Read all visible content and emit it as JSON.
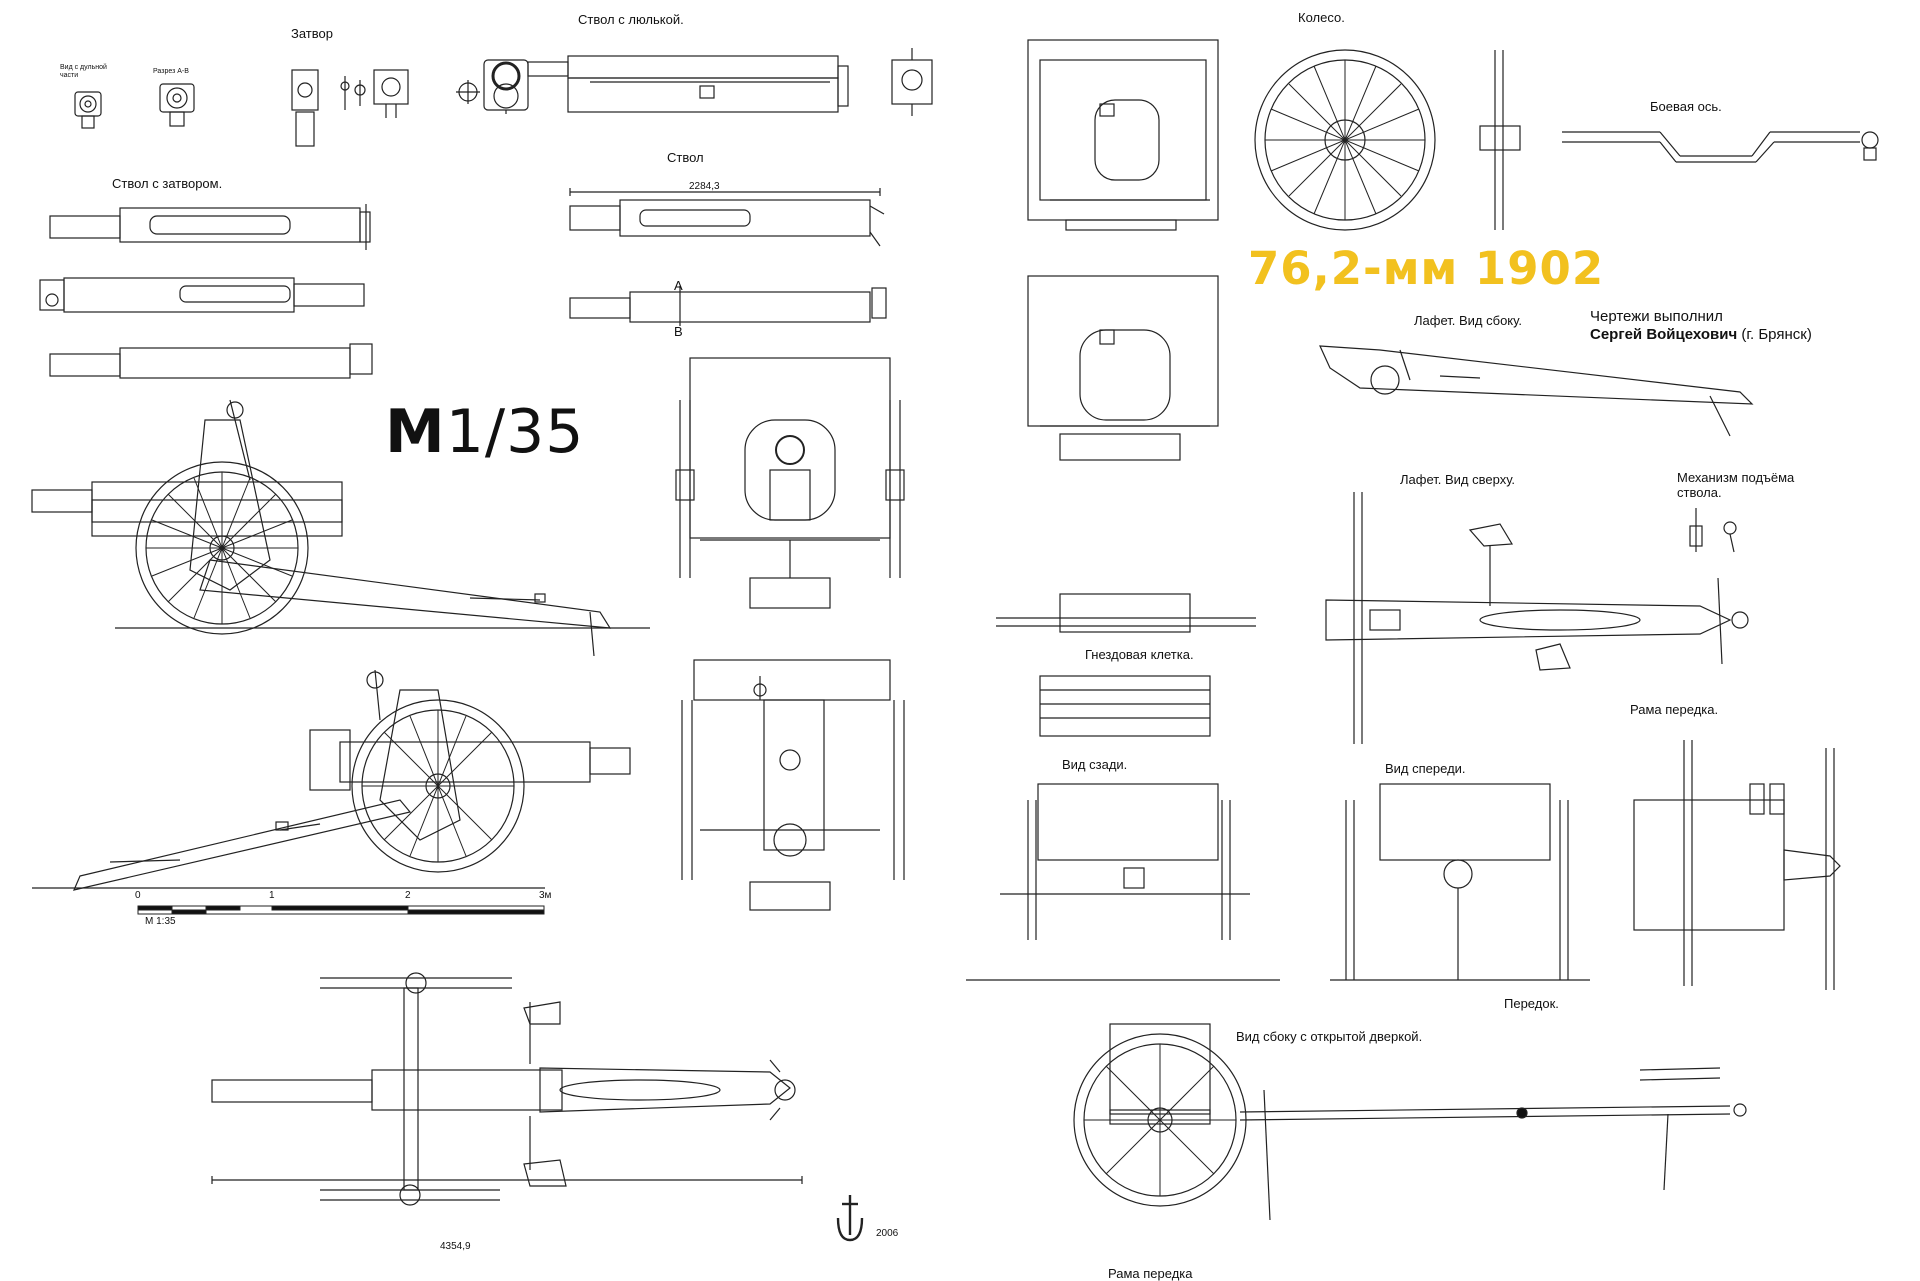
{
  "title": "76,2-мм 1902",
  "model_scale": {
    "prefix": "M",
    "rest": "1/35"
  },
  "credits": {
    "line1": "Чертежи выполнил",
    "author": "Сергей Войцехович",
    "city": "(г. Брянск)"
  },
  "labels": {
    "breech": "Затвор",
    "muzzle_view": "Вид с дульной части",
    "section_ab": "Разрез А-В",
    "barrel_cradle": "Ствол с люлькой.",
    "barrel": "Ствол",
    "barrel_breech": "Ствол с затвором.",
    "barrel_length": "2284,3",
    "mark_a": "А",
    "mark_b": "В",
    "wheel": "Колесо.",
    "axle": "Боевая ось.",
    "carriage_side": "Лафет. Вид сбоку.",
    "carriage_top": "Лафет. Вид сверху.",
    "elevation": "Механизм подъёма ствола.",
    "nest_cell": "Гнездовая клетка.",
    "rear_view": "Вид сзади.",
    "front_view": "Вид спереди.",
    "limber_frame": "Рама передка.",
    "limber": "Передок.",
    "side_open_door": "Вид сбоку с открытой дверкой.",
    "limber_frame_bottom": "Рама передка",
    "overall_length": "4354,9",
    "year": "2006"
  },
  "scale_bar": {
    "ticks": [
      "0",
      "1",
      "2",
      "3м"
    ],
    "caption": "М 1:35"
  }
}
